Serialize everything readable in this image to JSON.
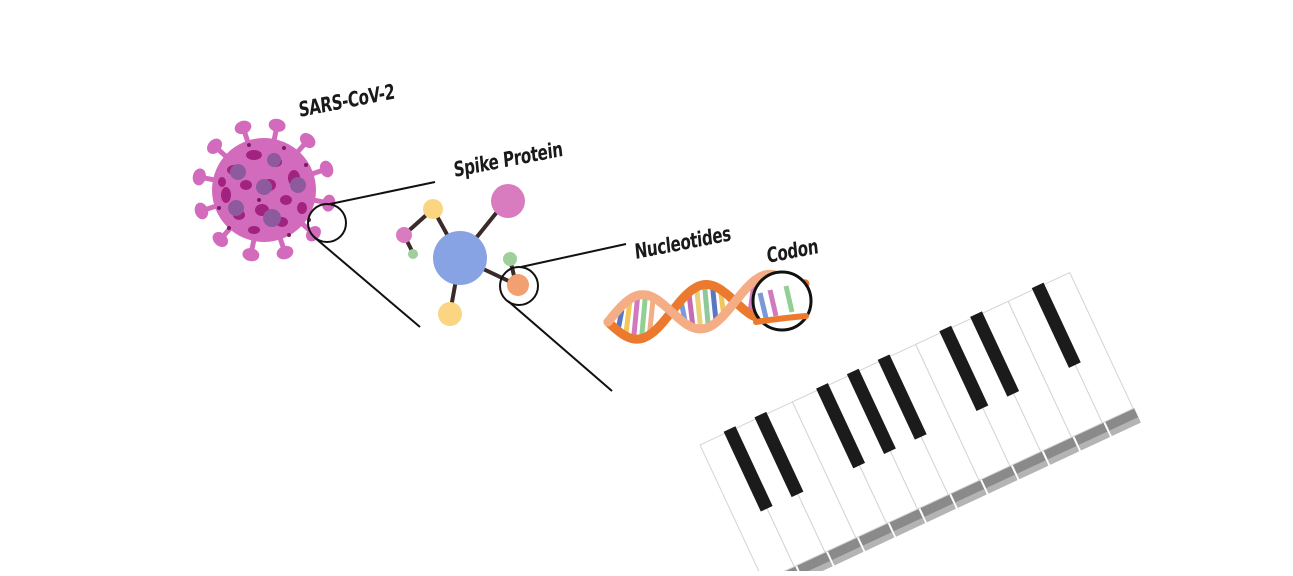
{
  "labels": {
    "virus": "SARS-CoV-2",
    "spike": "Spike Protein",
    "nucleotides": "Nucleotides",
    "codon": "Codon"
  },
  "colors": {
    "virus_body": "#d36bbd",
    "virus_spots": "#a1227f",
    "virus_dark_spots": "#8d5a9e",
    "protein_center": "#87a3e3",
    "protein_pink": "#d97bbf",
    "protein_yellow": "#fbd581",
    "protein_green": "#9fcf9d",
    "protein_orange": "#f29f72",
    "helix_orange": "#ec7a2e",
    "helix_light": "#f4ad85",
    "piano_black": "#1b1b1b",
    "piano_white": "#ffffff",
    "piano_shadow": "#8a8a8a"
  },
  "icons": [
    "virus-icon",
    "spike-protein-icon",
    "dna-helix-icon",
    "codon-magnifier-icon",
    "piano-keyboard-icon"
  ]
}
